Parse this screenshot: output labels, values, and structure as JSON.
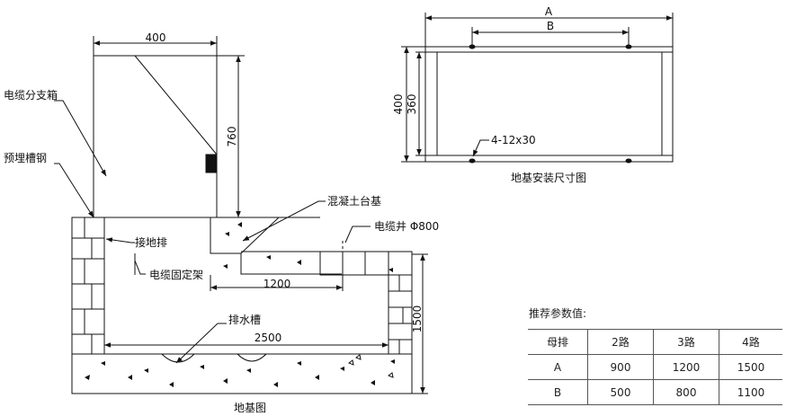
{
  "foundation_drawing": {
    "caption": "地基图",
    "dimensions": {
      "width_top": "400",
      "height_box": "760",
      "width_cable": "1200",
      "width_total": "2500",
      "depth_total": "1500"
    },
    "labels": {
      "cable_branch_box": "电缆分支箱",
      "embedded_channel": "预埋槽钢",
      "concrete_base": "混凝土台基",
      "cable_well": "电缆井 Φ800",
      "ground_bar": "接地排",
      "cable_bracket": "电缆固定架",
      "drain_channel": "排水槽"
    }
  },
  "install_drawing": {
    "caption": "地基安装尺寸图",
    "dimensions": {
      "a": "A",
      "b": "B",
      "outer_height": "400",
      "inner_height": "360",
      "holes": "4-12x30"
    }
  },
  "params": {
    "title": "推荐参数值:",
    "header": [
      "母排",
      "2路",
      "3路",
      "4路"
    ],
    "rows": [
      [
        "A",
        "900",
        "1200",
        "1500"
      ],
      [
        "B",
        "500",
        "800",
        "1100"
      ]
    ]
  }
}
